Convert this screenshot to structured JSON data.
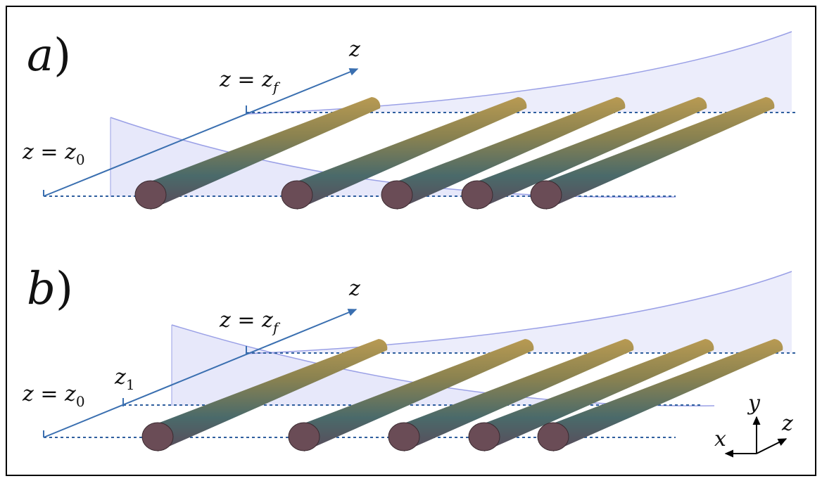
{
  "panels": [
    {
      "id": "a",
      "label": "a",
      "paren": ")",
      "axis_label": "z",
      "zf_label": {
        "main": "z = z",
        "sub": "f"
      },
      "z0_label": {
        "main": "z = z",
        "sub": "0"
      },
      "rod_count": 5
    },
    {
      "id": "b",
      "label": "b",
      "paren": ")",
      "axis_label": "z",
      "zf_label": {
        "main": "z = z",
        "sub": "f"
      },
      "z0_label": {
        "main": "z = z",
        "sub": "0"
      },
      "z1_label": {
        "main": "z",
        "sub": "1"
      },
      "rod_count": 5
    }
  ],
  "triad": {
    "x": "x",
    "y": "y",
    "z": "z"
  },
  "colors": {
    "axis": "#3a6fb0",
    "dotted": "#2f5f9e",
    "envelope_fill": "#d4d6f6",
    "envelope_edge": "#9aa0e6",
    "rod_end": "#6a4c56",
    "frame": "#000000"
  }
}
